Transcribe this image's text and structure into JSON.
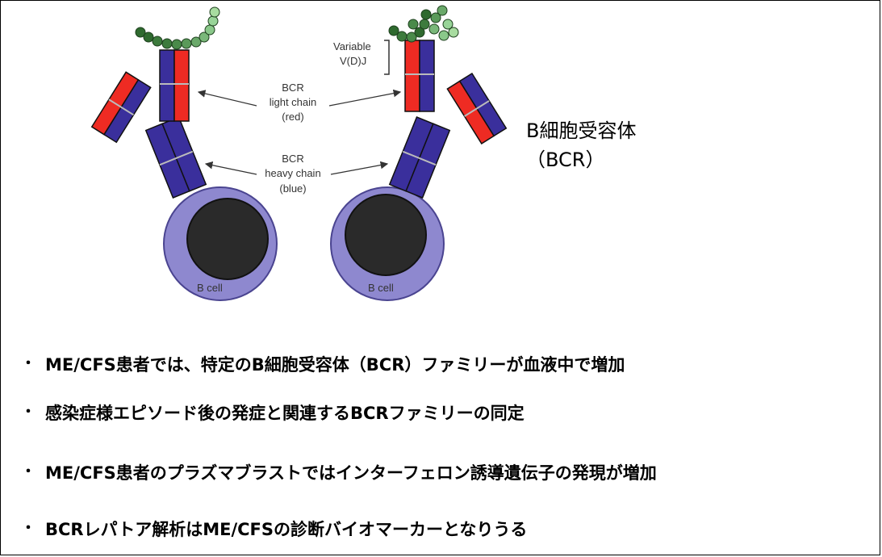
{
  "diagram": {
    "variable_label": "Variable",
    "vdj_label": "V(D)J",
    "light_chain_label": [
      "BCR",
      "light chain",
      "(red)"
    ],
    "heavy_chain_label": [
      "BCR",
      "heavy chain",
      "(blue)"
    ],
    "cell_label": "B cell",
    "colors": {
      "light_chain": "#ee2b23",
      "heavy_chain": "#3a2f9c",
      "cell_membrane": "#8e88cf",
      "nucleus": "#2a2a2a",
      "glycan_dark": "#2f6a2f",
      "glycan_light": "#a8dca0"
    }
  },
  "title": {
    "line1": "B細胞受容体",
    "line2": "（BCR）"
  },
  "bullets": [
    "ME/CFS患者では、特定のB細胞受容体（BCR）ファミリーが血液中で増加",
    "感染症様エピソード後の発症と関連するBCRファミリーの同定",
    "ME/CFS患者のプラズマブラストではインターフェロン誘導遺伝子の発現が増加",
    "BCRレパトア解析はME/CFSの診断バイオマーカーとなりうる"
  ],
  "bullet_mark": "・"
}
